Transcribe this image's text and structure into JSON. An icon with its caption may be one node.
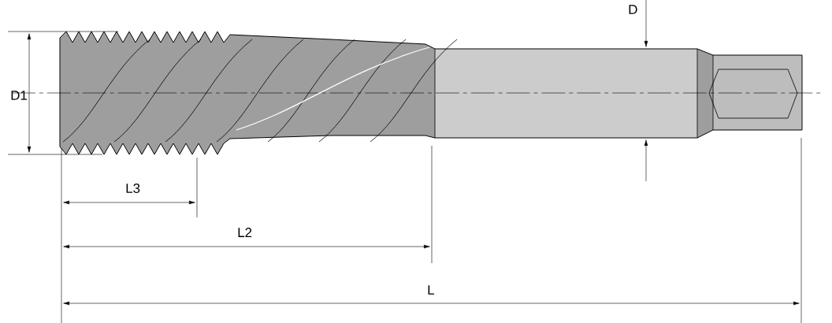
{
  "diagram": {
    "labels": [
      "D",
      "D1",
      "L3",
      "L2",
      "L"
    ]
  }
}
